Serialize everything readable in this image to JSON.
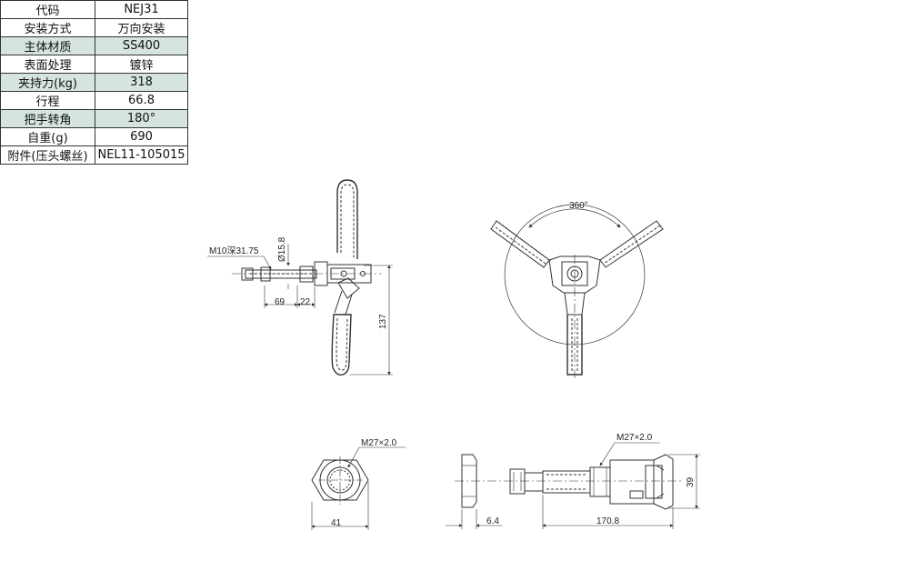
{
  "spec_table": {
    "rows": [
      {
        "label": "代码",
        "value": "NEJ31"
      },
      {
        "label": "安装方式",
        "value": "万向安装"
      },
      {
        "label": "主体材质",
        "value": "SS400"
      },
      {
        "label": "表面处理",
        "value": "镀锌"
      },
      {
        "label": "夹持力(kg)",
        "value": "318"
      },
      {
        "label": "行程",
        "value": "66.8"
      },
      {
        "label": "把手转角",
        "value": "180°"
      },
      {
        "label": "自重(g)",
        "value": "690"
      },
      {
        "label": "附件(压头螺丝)",
        "value": "NEL11-105015"
      }
    ]
  },
  "dimensions": {
    "thread_depth": "M10深31.75",
    "diameter": "Ø15.8",
    "length_69": "69",
    "length_22": "22",
    "height_137": "137",
    "rotation": "360°",
    "thread_nut": "M27×2.0",
    "nut_width": "41",
    "thread_body": "M27×2.0",
    "nut_thickness": "6.4",
    "total_length": "170.8",
    "body_height": "39"
  },
  "colors": {
    "line": "#333333",
    "table_shade": "#d6e4df"
  }
}
